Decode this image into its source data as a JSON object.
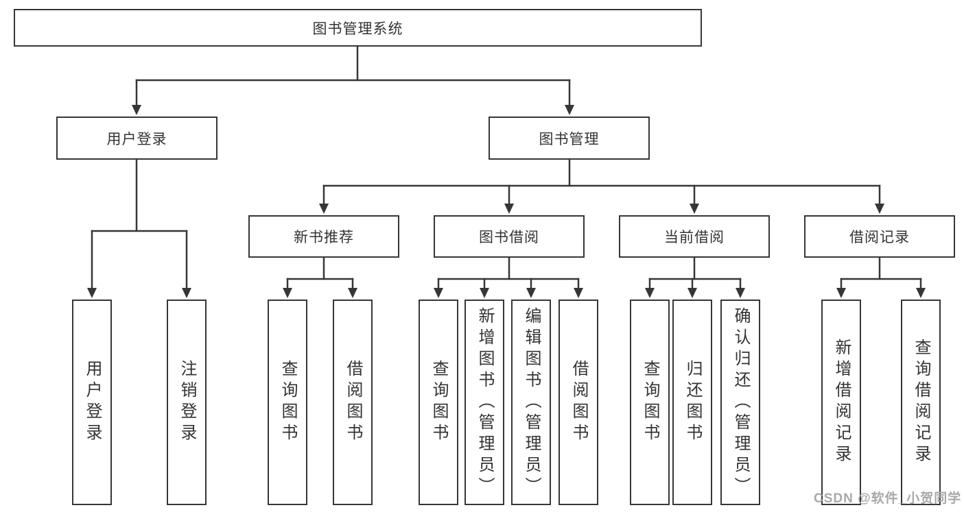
{
  "diagram": {
    "root": {
      "label": "图书管理系统"
    },
    "level2": [
      {
        "label": "用户登录"
      },
      {
        "label": "图书管理"
      }
    ],
    "level3": [
      {
        "label": "新书推荐",
        "parent": "图书管理"
      },
      {
        "label": "图书借阅",
        "parent": "图书管理"
      },
      {
        "label": "当前借阅",
        "parent": "图书管理"
      },
      {
        "label": "借阅记录",
        "parent": "图书管理"
      }
    ],
    "leaves": [
      {
        "label": "用户登录",
        "parent": "用户登录"
      },
      {
        "label": "注销登录",
        "parent": "用户登录"
      },
      {
        "label": "查询图书",
        "parent": "新书推荐"
      },
      {
        "label": "借阅图书",
        "parent": "新书推荐"
      },
      {
        "label": "查询图书",
        "parent": "图书借阅"
      },
      {
        "label": "新增图书（管理员）",
        "parent": "图书借阅"
      },
      {
        "label": "编辑图书（管理员）",
        "parent": "图书借阅"
      },
      {
        "label": "借阅图书",
        "parent": "图书借阅"
      },
      {
        "label": "查询图书",
        "parent": "当前借阅"
      },
      {
        "label": "归还图书",
        "parent": "当前借阅"
      },
      {
        "label": "确认归还（管理员）",
        "parent": "当前借阅"
      },
      {
        "label": "新增借阅记录",
        "parent": "借阅记录"
      },
      {
        "label": "查询借阅记录",
        "parent": "借阅记录"
      }
    ],
    "watermark": "CSDN @软件_小贺同学",
    "colors": {
      "line": "#363636",
      "text": "#333333",
      "watermark": "#a8a8a8",
      "background": "#ffffff"
    }
  }
}
